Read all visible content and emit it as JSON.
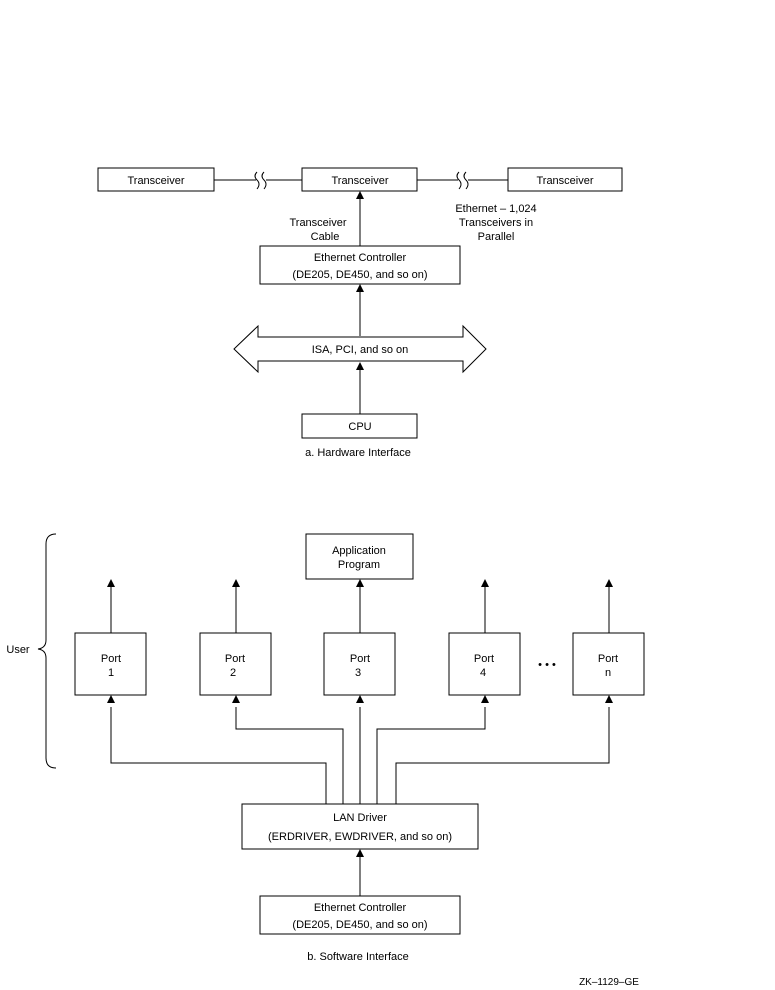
{
  "hardware": {
    "transceivers": [
      "Transceiver",
      "Transceiver",
      "Transceiver"
    ],
    "transceiver_cable": [
      "Transceiver",
      "Cable"
    ],
    "ethernet_note": [
      "Ethernet – 1,024",
      "Transceivers in",
      "Parallel"
    ],
    "controller": [
      "Ethernet Controller",
      "(DE205, DE450, and so on)"
    ],
    "bus": "ISA, PCI, and so on",
    "cpu": "CPU",
    "caption": "a.  Hardware Interface"
  },
  "software": {
    "user_label": "User",
    "application": [
      "Application",
      "Program"
    ],
    "ports": [
      {
        "label": "Port",
        "num": "1"
      },
      {
        "label": "Port",
        "num": "2"
      },
      {
        "label": "Port",
        "num": "3"
      },
      {
        "label": "Port",
        "num": "4"
      },
      {
        "label": "Port",
        "num": "n"
      }
    ],
    "ellipsis": "• • •",
    "lan_driver": [
      "LAN Driver",
      "(ERDRIVER, EWDRIVER, and so on)"
    ],
    "controller": [
      "Ethernet Controller",
      "(DE205, DE450,  and so on)"
    ],
    "caption": "b.  Software Interface"
  },
  "figure_id": "ZK–1129–GE"
}
